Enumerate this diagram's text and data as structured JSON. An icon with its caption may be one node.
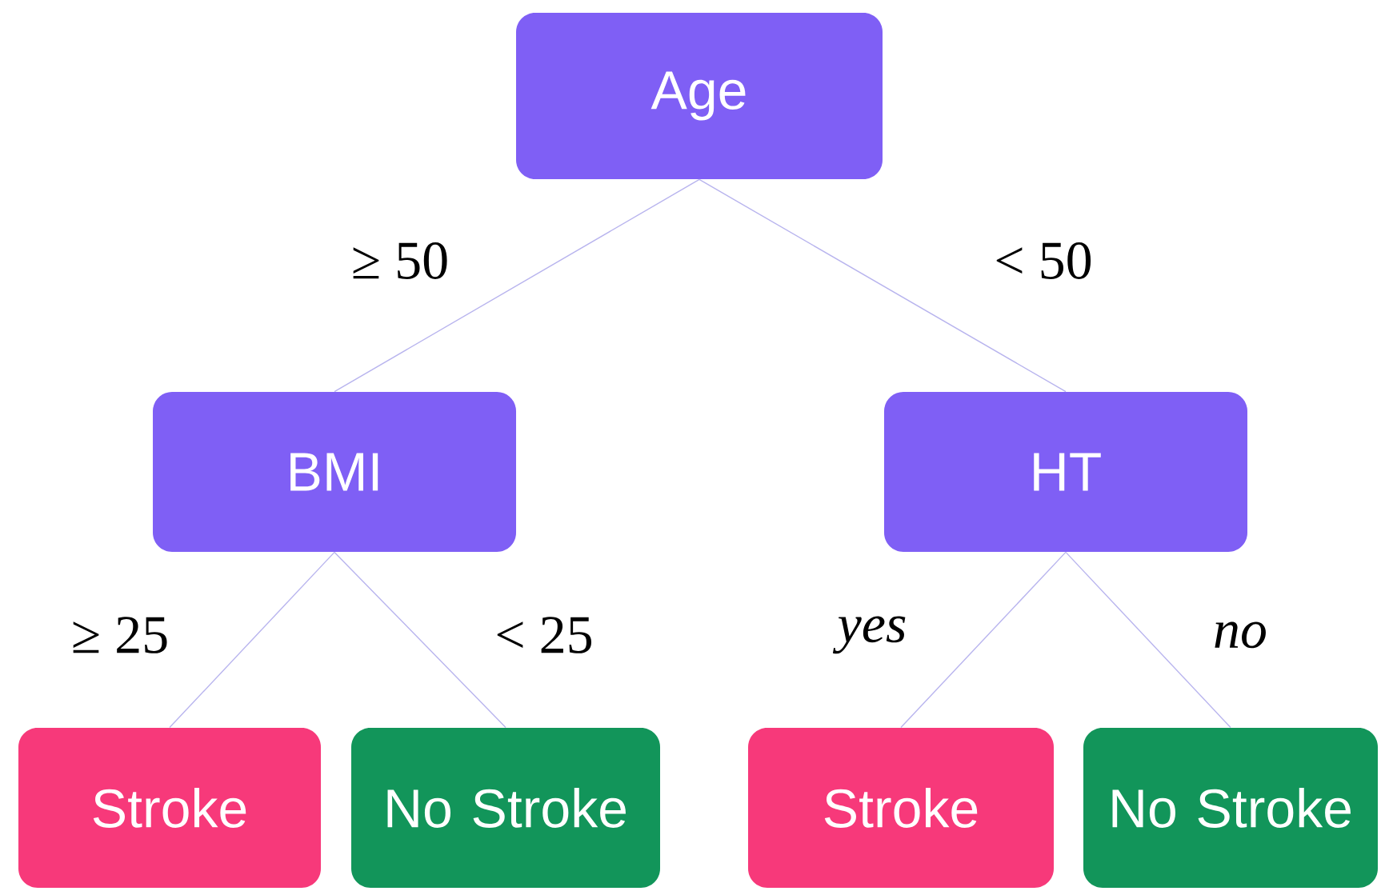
{
  "diagram": {
    "nodes": [
      {
        "text": [
          "Age"
        ]
      },
      {
        "text": [
          "BMI"
        ]
      },
      {
        "text": [
          "HT"
        ]
      },
      {
        "text": [
          "Stroke"
        ]
      },
      {
        "text": [
          "No Stroke"
        ]
      },
      {
        "text": [
          "Stroke"
        ]
      },
      {
        "text": [
          "No Stroke"
        ]
      }
    ],
    "edges": [
      {
        "from": 0,
        "to": 1,
        "arrow": "none",
        "label": "≥ 50"
      },
      {
        "from": 0,
        "to": 2,
        "arrow": "none",
        "label": "< 50"
      },
      {
        "from": 1,
        "to": 3,
        "arrow": "none",
        "label": "≥ 25"
      },
      {
        "from": 1,
        "to": 4,
        "arrow": "none",
        "label": "< 25"
      },
      {
        "from": 2,
        "to": 5,
        "arrow": "none",
        "label": "yes"
      },
      {
        "from": 2,
        "to": 6,
        "arrow": "none",
        "label": "no"
      }
    ]
  }
}
